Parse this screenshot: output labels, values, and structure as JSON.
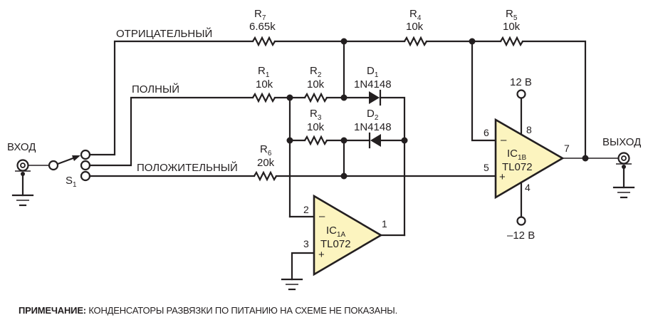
{
  "switch": {
    "input_label": "ВХОД",
    "name": "S",
    "name_sub": "1",
    "positions": [
      "ОТРИЦАТЕЛЬНЫЙ",
      "ПОЛНЫЙ",
      "ПОЛОЖИТЕЛЬНЫЙ"
    ]
  },
  "components": {
    "R7": {
      "ref": "R",
      "sub": "7",
      "value": "6.65k"
    },
    "R4": {
      "ref": "R",
      "sub": "4",
      "value": "10k"
    },
    "R5": {
      "ref": "R",
      "sub": "5",
      "value": "10k"
    },
    "R1": {
      "ref": "R",
      "sub": "1",
      "value": "10k"
    },
    "R2": {
      "ref": "R",
      "sub": "2",
      "value": "10k"
    },
    "R3": {
      "ref": "R",
      "sub": "3",
      "value": "10k"
    },
    "R6": {
      "ref": "R",
      "sub": "6",
      "value": "20k"
    },
    "D1": {
      "ref": "D",
      "sub": "1",
      "value": "1N4148"
    },
    "D2": {
      "ref": "D",
      "sub": "2",
      "value": "1N4148"
    }
  },
  "opamps": {
    "IC1A": {
      "ref": "IC",
      "sub": "1A",
      "part": "TL072",
      "minus": "–",
      "plus": "+",
      "pin_inv": "2",
      "pin_noninv": "3",
      "pin_out": "1"
    },
    "IC1B": {
      "ref": "IC",
      "sub": "1B",
      "part": "TL072",
      "minus": "–",
      "plus": "+",
      "pin_inv": "6",
      "pin_noninv": "5",
      "pin_out": "7",
      "pin_vpos": "8",
      "pin_vneg": "4"
    }
  },
  "supply": {
    "positive": "12 В",
    "negative": "–12 В"
  },
  "output_label": "ВЫХОД",
  "note": {
    "prefix": "ПРИМЕЧАНИЕ:",
    "text": " КОНДЕНСАТОРЫ РАЗВЯЗКИ ПО ПИТАНИЮ НА СХЕМЕ НЕ ПОКАЗАНЫ."
  }
}
